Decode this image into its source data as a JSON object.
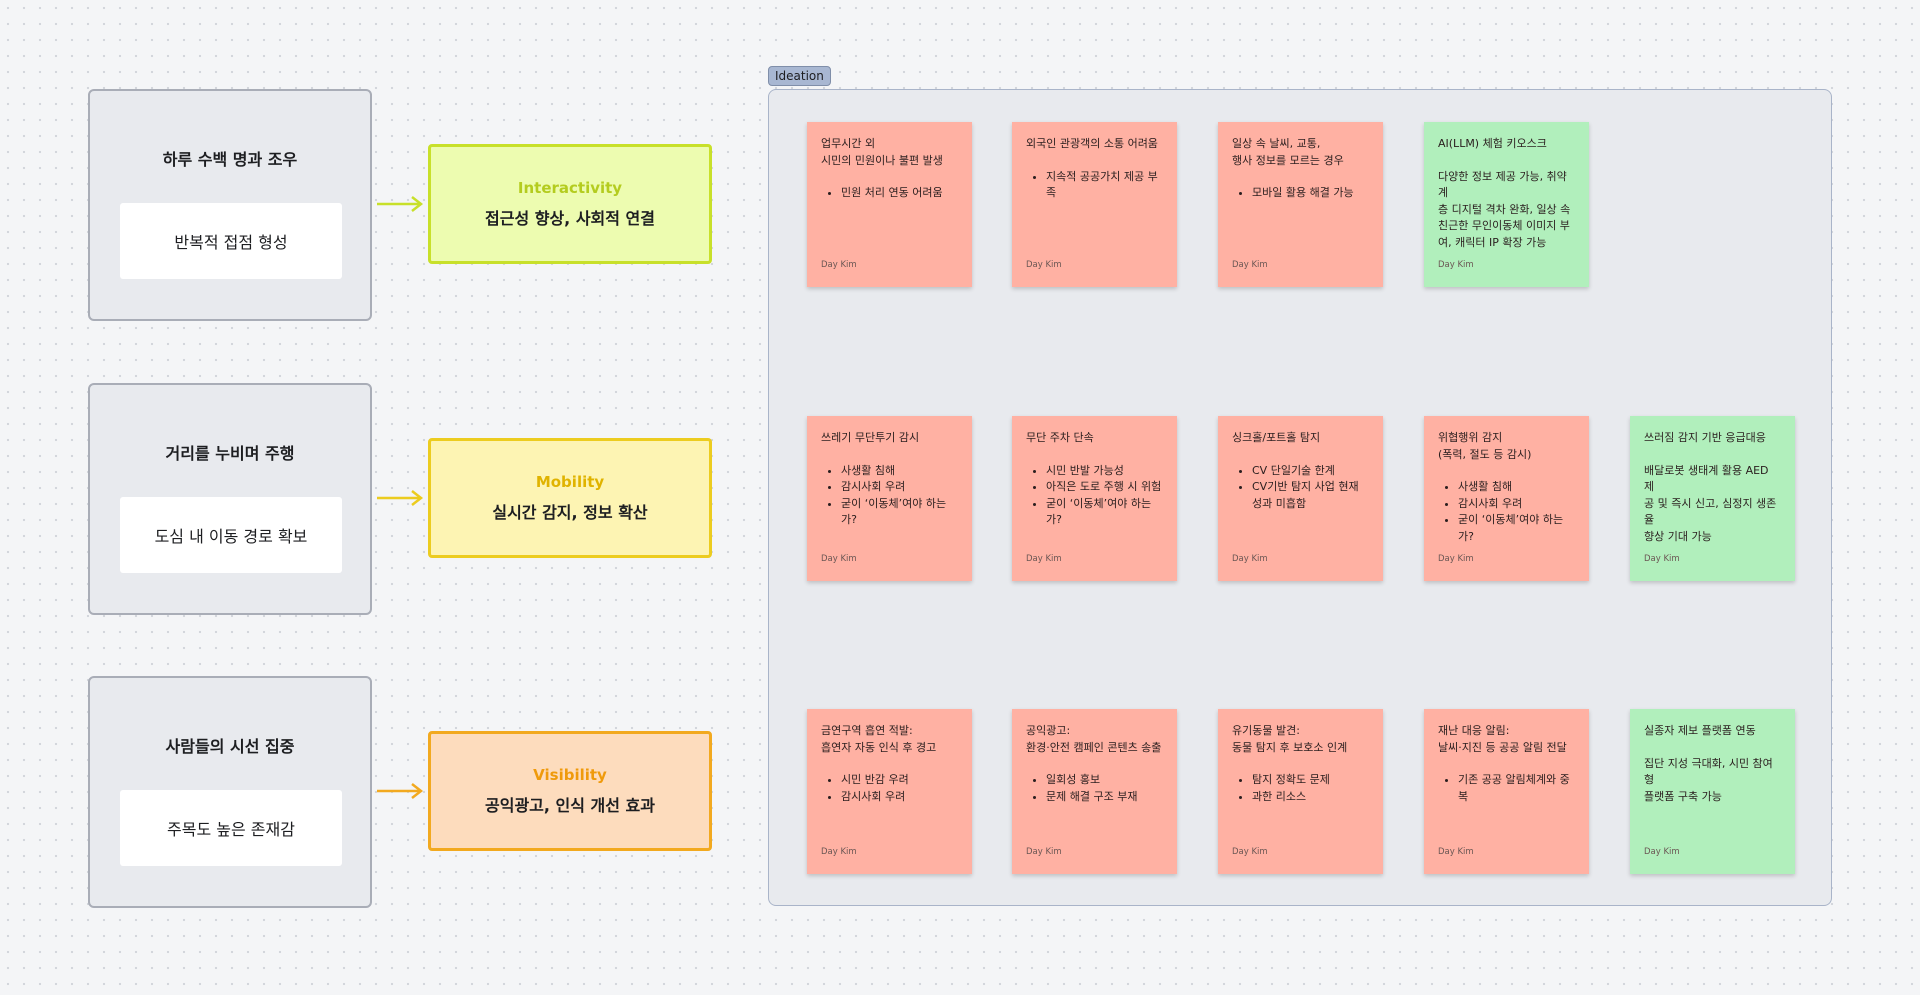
{
  "rows": [
    {
      "frame_title": "하루 수백 명과 조우",
      "frame_inner": "반복적 접점 형성",
      "category_name": "Interactivity",
      "category_desc": "접근성 향상, 사회적 연결"
    },
    {
      "frame_title": "거리를 누비며 주행",
      "frame_inner": "도심 내 이동 경로 확보",
      "category_name": "Mobility",
      "category_desc": "실시간 감지, 정보 확산"
    },
    {
      "frame_title": "사람들의 시선 집중",
      "frame_inner": "주목도 높은 존재감",
      "category_name": "Visibility",
      "category_desc": "공익광고, 인식 개선 효과"
    }
  ],
  "colors": {
    "sticky_red": "#ffb1a3",
    "sticky_green": "#b1efbc",
    "interactivity": "#c8e02a",
    "mobility": "#eccc1f",
    "visibility": "#f2a91f"
  },
  "ideation": {
    "label": "Ideation",
    "stickies": [
      {
        "color": "red",
        "title": "업무시간 외\n시민의 민원이나 불편 발생",
        "bullets": [
          "민원 처리 연동 어려움"
        ],
        "author": "Day Kim"
      },
      {
        "color": "red",
        "title": "외국인 관광객의 소통 어려움",
        "bullets": [
          "지속적 공공가치 제공 부족"
        ],
        "author": "Day Kim"
      },
      {
        "color": "red",
        "title": "일상 속 날씨, 교통,\n행사 정보를 모르는 경우",
        "bullets": [
          "모바일 활용 해결 가능"
        ],
        "author": "Day Kim"
      },
      {
        "color": "green",
        "title": "AI(LLM) 체험 키오스크",
        "text": "다양한 정보 제공 가능, 취약계\n층 디지털 격차 완화, 일상 속\n친근한 무인이동체 이미지 부\n여, 캐릭터 IP 확장 가능",
        "author": "Day Kim"
      },
      {
        "color": "red",
        "title": "쓰레기 무단투기 감시",
        "bullets": [
          "사생활 침해",
          "감시사회 우려",
          "굳이 ‘이동체’여야 하는가?"
        ],
        "author": "Day Kim"
      },
      {
        "color": "red",
        "title": "무단 주차 단속",
        "bullets": [
          "시민 반발 가능성",
          "아직은 도로 주행 시 위험",
          "굳이 ‘이동체’여야 하는가?"
        ],
        "author": "Day Kim"
      },
      {
        "color": "red",
        "title": "싱크홀/포트홀 탐지",
        "bullets": [
          "CV 단일기술 한계",
          "CV기반 탐지 사업 현재\n성과 미흡함"
        ],
        "author": "Day Kim"
      },
      {
        "color": "red",
        "title": "위협행위 감지\n(폭력, 절도 등 감시)",
        "bullets": [
          "사생활 침해",
          "감시사회 우려",
          "굳이 ‘이동체’여야 하는가?"
        ],
        "author": "Day Kim"
      },
      {
        "color": "green",
        "title": "쓰러짐 감지 기반 응급대응",
        "text": "배달로봇 생태계 활용 AED 제\n공 및 즉시 신고, 심정지 생존율\n향상 기대 가능",
        "author": "Day Kim"
      },
      {
        "color": "red",
        "title": "금연구역 흡연 적발:\n흡연자 자동 인식 후 경고",
        "bullets": [
          "시민 반감 우려",
          "감시사회 우려"
        ],
        "author": "Day Kim"
      },
      {
        "color": "red",
        "title": "공익광고:\n환경·안전 캠페인 콘텐츠 송출",
        "bullets": [
          "일회성 홍보",
          "문제 해결 구조 부재"
        ],
        "author": "Day Kim"
      },
      {
        "color": "red",
        "title": "유기동물 발견:\n동물 탐지 후 보호소 인계",
        "bullets": [
          "탐지 정확도 문제",
          "과한 리소스"
        ],
        "author": "Day Kim"
      },
      {
        "color": "red",
        "title": "재난 대응 알림:\n날씨·지진 등 공공 알림 전달",
        "bullets": [
          "기존 공공 알림체계와 중복"
        ],
        "author": "Day Kim"
      },
      {
        "color": "green",
        "title": "실종자 제보 플랫폼 연동",
        "text": "집단 지성 극대화, 시민 참여형\n플랫폼 구축 가능",
        "author": "Day Kim"
      }
    ]
  }
}
